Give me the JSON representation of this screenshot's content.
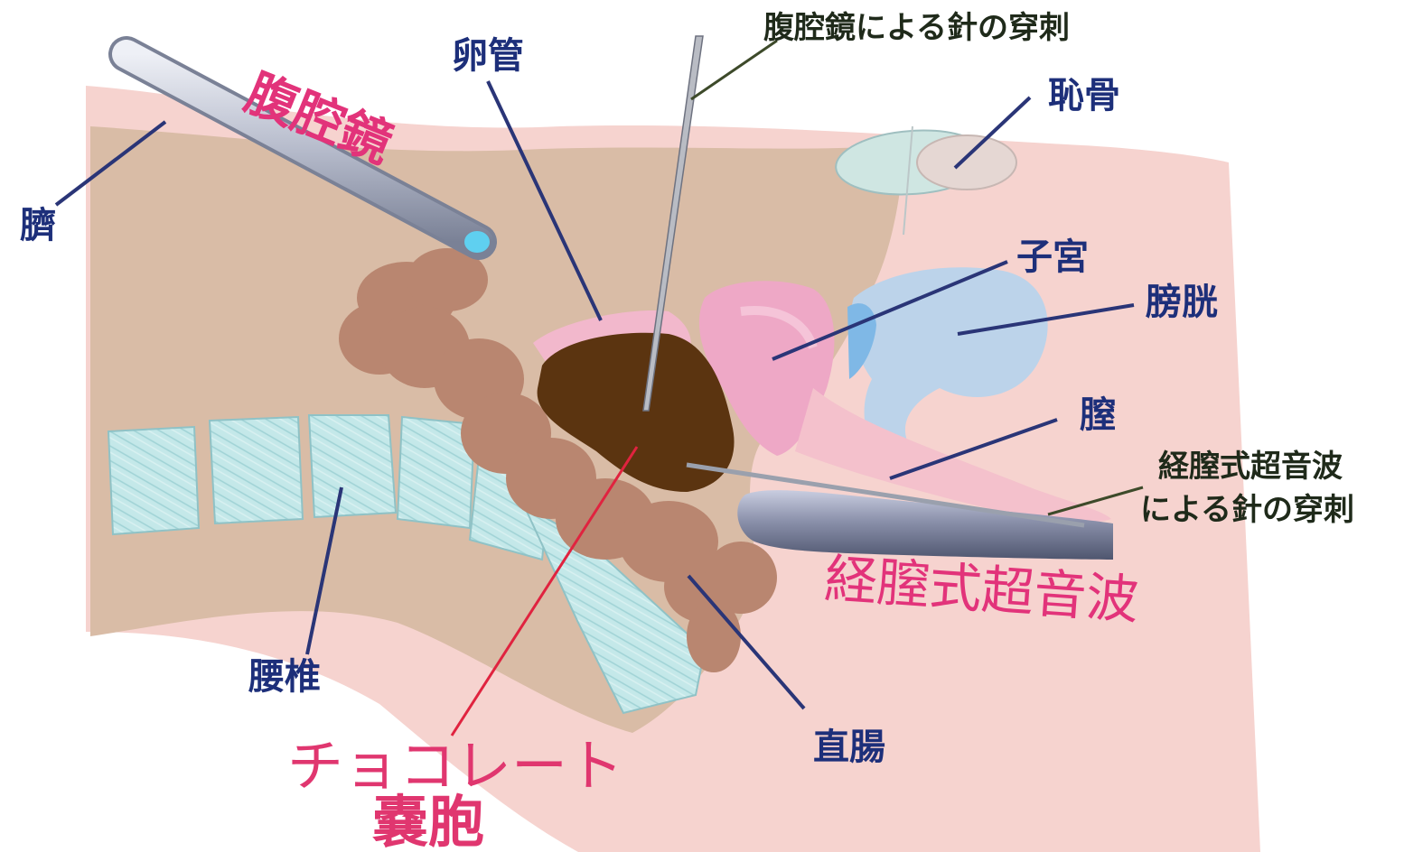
{
  "labels": {
    "navel": "臍",
    "laparoscope": "腹腔鏡",
    "fallopian_tube": "卵管",
    "laparoscopic_needle": "腹腔鏡による針の穿刺",
    "pubic_bone": "恥骨",
    "uterus": "子宮",
    "bladder": "膀胱",
    "vagina": "膣",
    "transvaginal_needle_line1": "経膣式超音波",
    "transvaginal_needle_line2": "による針の穿刺",
    "transvaginal_ultrasound": "経膣式超音波",
    "lumbar_spine": "腰椎",
    "rectum": "直腸",
    "chocolate_cyst_line1": "チョコレート",
    "chocolate_cyst_line2": "嚢胞"
  },
  "colors": {
    "skin": "#f6d3cf",
    "tissue": "#d9bca6",
    "vertebra": "#c6e9ea",
    "cyst": "#5b3410",
    "rectum": "#b98670",
    "uterus": "#eea8c6",
    "bladder": "#bcd3ea",
    "pointer_blue": "#2a3577",
    "pointer_red": "#e0233f"
  }
}
